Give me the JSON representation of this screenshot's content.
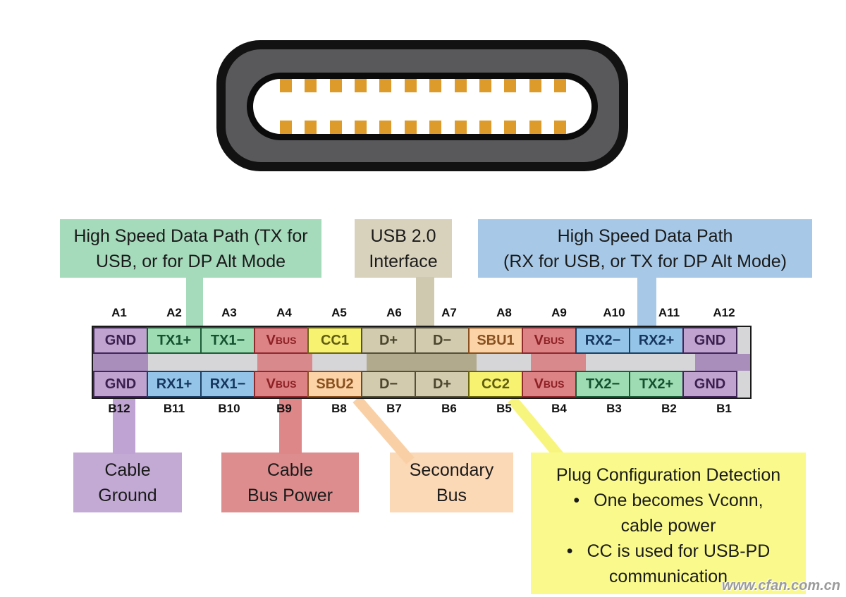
{
  "colors": {
    "pin_orange": "#dd9b2b",
    "connector_black": "#121212",
    "connector_gray": "#59595b",
    "tx_green": "#9edcb4",
    "rx_blue": "#94c5e8",
    "vbus_red": "#dd8385",
    "cc_yellow": "#f8f271",
    "usb2_tan": "#d2cbae",
    "sbu_peach": "#fbd3a6",
    "gnd_purple": "#c0a3ce",
    "callout_green": "#a5dabb",
    "callout_tan": "#d8d2bd",
    "callout_blue": "#a7c9e7",
    "callout_purple": "#c3aad5",
    "callout_red": "#dd8d8e",
    "callout_peach": "#fbd8b6",
    "callout_yellow": "#fafa8c"
  },
  "connector": {
    "pins_per_row": 12
  },
  "callouts_top": [
    {
      "id": "high-speed-tx",
      "lines": [
        "High Speed Data Path (TX for",
        "USB, or for DP Alt Mode"
      ]
    },
    {
      "id": "usb2-interface",
      "lines": [
        "USB 2.0",
        "Interface"
      ]
    },
    {
      "id": "high-speed-rx",
      "lines": [
        "High Speed Data Path",
        "(RX for USB, or TX for DP Alt Mode)"
      ]
    }
  ],
  "pin_table": {
    "top_labels": [
      "A1",
      "A2",
      "A3",
      "A4",
      "A5",
      "A6",
      "A7",
      "A8",
      "A9",
      "A10",
      "A11",
      "A12"
    ],
    "bottom_labels": [
      "B12",
      "B11",
      "B10",
      "B9",
      "B8",
      "B7",
      "B6",
      "B5",
      "B4",
      "B3",
      "B2",
      "B1"
    ],
    "row_a": [
      {
        "label": "GND",
        "type": "gnd"
      },
      {
        "label": "TX1+",
        "type": "tx"
      },
      {
        "label": "TX1−",
        "type": "tx"
      },
      {
        "label": "V",
        "sub": "BUS",
        "type": "vbus"
      },
      {
        "label": "CC1",
        "type": "cc"
      },
      {
        "label": "D+",
        "type": "usb2"
      },
      {
        "label": "D−",
        "type": "usb2"
      },
      {
        "label": "SBU1",
        "type": "sbu"
      },
      {
        "label": "V",
        "sub": "BUS",
        "type": "vbus"
      },
      {
        "label": "RX2−",
        "type": "rx"
      },
      {
        "label": "RX2+",
        "type": "rx"
      },
      {
        "label": "GND",
        "type": "gnd"
      }
    ],
    "row_b": [
      {
        "label": "GND",
        "type": "gnd"
      },
      {
        "label": "RX1+",
        "type": "rx"
      },
      {
        "label": "RX1−",
        "type": "rx"
      },
      {
        "label": "V",
        "sub": "BUS",
        "type": "vbus"
      },
      {
        "label": "SBU2",
        "type": "sbu"
      },
      {
        "label": "D−",
        "type": "usb2"
      },
      {
        "label": "D+",
        "type": "usb2"
      },
      {
        "label": "CC2",
        "type": "cc"
      },
      {
        "label": "V",
        "sub": "BUS",
        "type": "vbus"
      },
      {
        "label": "TX2−",
        "type": "tx"
      },
      {
        "label": "TX2+",
        "type": "tx"
      },
      {
        "label": "GND",
        "type": "gnd"
      }
    ],
    "middle_band": [
      "gnd",
      "plain",
      "plain",
      "vbus",
      "plain",
      "usb2mid",
      "usb2mid",
      "plain",
      "vbus",
      "plain",
      "plain",
      "gnd"
    ]
  },
  "callouts_bottom": [
    {
      "id": "cable-ground",
      "lines": [
        "Cable",
        "Ground"
      ]
    },
    {
      "id": "cable-bus-power",
      "lines": [
        "Cable",
        "Bus Power"
      ]
    },
    {
      "id": "secondary-bus",
      "lines": [
        "Secondary",
        "Bus"
      ]
    }
  ],
  "plug_box": {
    "title": "Plug Configuration Detection",
    "bullet_glyph": "•",
    "lines": [
      {
        "text": "One becomes Vconn,",
        "bullet": true
      },
      {
        "text": "cable power",
        "bullet": false
      },
      {
        "text": "CC is used for USB-PD",
        "bullet": true
      },
      {
        "text": "communication",
        "bullet": false
      }
    ]
  },
  "watermark": {
    "text": "www.cfan.com.cn"
  }
}
